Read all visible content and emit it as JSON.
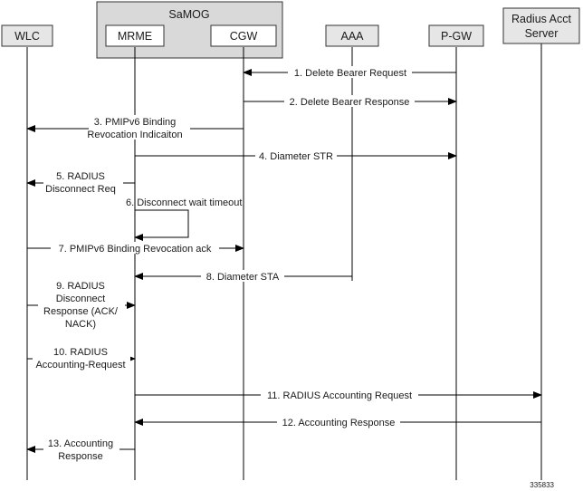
{
  "group": {
    "title": "SaMOG"
  },
  "participants": {
    "wlc": "WLC",
    "mrme": "MRME",
    "cgw": "CGW",
    "aaa": "AAA",
    "pgw": "P-GW",
    "radius_line1": "Radius Acct",
    "radius_line2": "Server"
  },
  "messages": {
    "m1": "1. Delete Bearer Request",
    "m2": "2. Delete Bearer Response",
    "m3_l1": "3. PMIPv6 Binding",
    "m3_l2": "Revocation Indicaiton",
    "m4": "4. Diameter STR",
    "m5_l1": "5. RADIUS",
    "m5_l2": "Disconnect Req",
    "m6": "6. Disconnect wait timeout",
    "m7": "7. PMIPv6 Binding Revocation ack",
    "m8": "8. Diameter STA",
    "m9_l1": "9. RADIUS",
    "m9_l2": "Disconnect",
    "m9_l3": "Response (ACK/",
    "m9_l4": "NACK)",
    "m10_l1": "10. RADIUS",
    "m10_l2": "Accounting-Request",
    "m11": "11. RADIUS Accounting Request",
    "m12": "12. Accounting Response",
    "m13_l1": "13. Accounting",
    "m13_l2": "Response"
  },
  "figure_id": "335833"
}
